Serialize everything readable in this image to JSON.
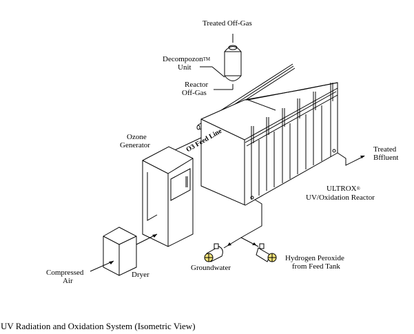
{
  "labels": {
    "treated_offgas": "Treated Off-Gas",
    "decompozon": "Decompozon",
    "decompozon_mark": "TM",
    "unit": "Unit",
    "reactor": "Reactor",
    "offgas": "Off-Gas",
    "ozone": "Ozone",
    "generator": "Generator",
    "o3_feed_line": "O3 Feed Line",
    "treated": "Treated",
    "effluent": "Bffluent",
    "ultrox": "ULTROX",
    "ultrox_mark": "®",
    "uv_reactor": "UV/Oxidation Reactor",
    "hydrogen_peroxide": "Hydrogen Peroxide",
    "from_feed_tank": "from Feed Tank",
    "groundwater": "Groundwater",
    "compressed": "Compressed",
    "air": "Air",
    "dryer": "Dryer"
  },
  "caption": "UV Radiation and Oxidation System (Isometric View)",
  "colors": {
    "pump_accent": "#f2e27a",
    "line": "#000000"
  }
}
